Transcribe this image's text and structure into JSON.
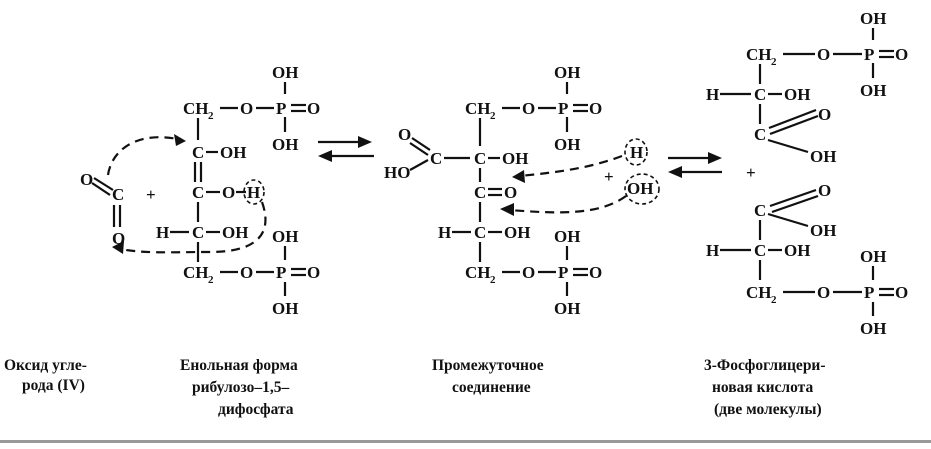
{
  "molecules": {
    "co2": {
      "atoms": {
        "o_top": "O",
        "c": "C",
        "o_bottom": "O"
      }
    },
    "plus_1": "+",
    "rubp_enol": {
      "atoms": {
        "oh_top_phosphate": "OH",
        "ch2_top": "CH",
        "ch2_top_sub": "2",
        "o_top_link": "O",
        "p_top": "P",
        "o_top_double": "O",
        "oh_top_phosphate_bottom": "OH",
        "c2": "C",
        "c2_oh": "OH",
        "c3": "C",
        "c3_o": "O",
        "c3_h": "H",
        "h_c4": "H",
        "c4": "C",
        "c4_oh": "OH",
        "ch2_bottom": "CH",
        "ch2_bottom_sub": "2",
        "o_bottom_link": "O",
        "p_bottom": "P",
        "o_bottom_double": "O",
        "oh_bottom_phosphate_top": "OH",
        "oh_bottom_phosphate_bottom": "OH"
      }
    },
    "intermediate": {
      "atoms": {
        "oh_top_phosphate": "OH",
        "ch2_top": "CH",
        "ch2_top_sub": "2",
        "o_top_link": "O",
        "p_top": "P",
        "o_top_double": "O",
        "oh_top_phosphate_bottom": "OH",
        "o_carboxyl": "O",
        "ho_carboxyl": "HO",
        "c_carboxyl": "C",
        "c2": "C",
        "c2_oh": "OH",
        "c3": "C",
        "c3_o": "O",
        "h_c4": "H",
        "c4": "C",
        "c4_oh": "OH",
        "ch2_bottom": "CH",
        "ch2_bottom_sub": "2",
        "o_bottom_link": "O",
        "p_bottom": "P",
        "o_bottom_double": "O",
        "oh_bottom_phosphate_top": "OH",
        "oh_bottom_phosphate_bottom": "OH"
      }
    },
    "water": {
      "h": "H",
      "plus": "+",
      "oh": "OH"
    },
    "pga_1": {
      "atoms": {
        "oh_phosphate_top": "OH",
        "ch2": "CH",
        "ch2_sub": "2",
        "o_link": "O",
        "p": "P",
        "o_double": "O",
        "oh_phosphate_bottom": "OH",
        "h": "H",
        "c": "C",
        "c_oh": "OH",
        "c_carboxyl": "C",
        "o_carboxyl": "O",
        "oh_carboxyl": "OH"
      }
    },
    "plus_2": "+",
    "pga_2": {
      "atoms": {
        "o_carboxyl": "O",
        "c_carboxyl": "C",
        "oh_carboxyl": "OH",
        "h": "H",
        "c": "C",
        "c_oh": "OH",
        "oh_phosphate_top": "OH",
        "ch2": "CH",
        "ch2_sub": "2",
        "o_link": "O",
        "p": "P",
        "o_double": "O",
        "oh_phosphate_bottom": "OH"
      }
    }
  },
  "captions": {
    "co2": [
      "Оксид угле-",
      "рода (IV)"
    ],
    "rubp_enol": [
      "Енольная  форма",
      "рибулозо–1,5–",
      "дифосфата"
    ],
    "intermediate": [
      "Промежуточное",
      "соединение"
    ],
    "pga": [
      "3-Фосфоглицери-",
      "новая кислота",
      "(две молекулы)"
    ]
  }
}
